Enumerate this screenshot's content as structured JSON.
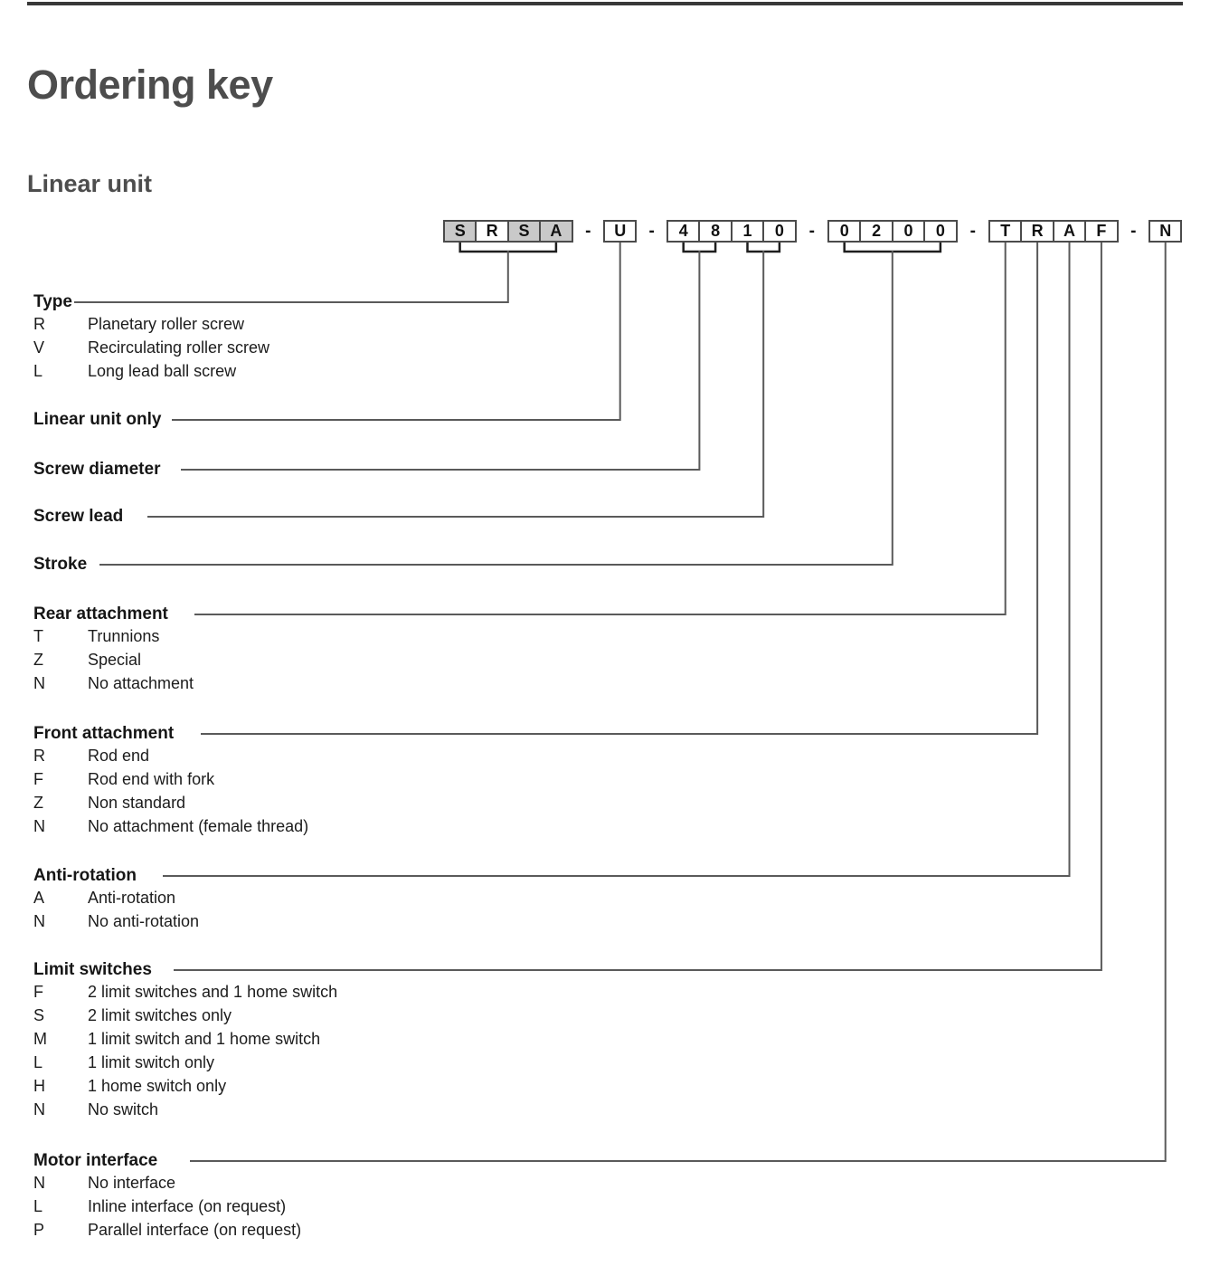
{
  "page": {
    "title": "Ordering key",
    "subtitle": "Linear unit"
  },
  "code": {
    "separator": "-",
    "groups": [
      {
        "name": "series-prefix",
        "chars": [
          "S",
          "R",
          "S",
          "A"
        ],
        "filled": [
          true,
          false,
          true,
          true
        ]
      },
      {
        "name": "linear-unit-only",
        "chars": [
          "U"
        ],
        "filled": [
          false
        ]
      },
      {
        "name": "screw-diameter-and-lead",
        "chars": [
          "4",
          "8",
          "1",
          "0"
        ],
        "filled": [
          false,
          false,
          false,
          false
        ]
      },
      {
        "name": "stroke",
        "chars": [
          "0",
          "2",
          "0",
          "0"
        ],
        "filled": [
          false,
          false,
          false,
          false
        ]
      },
      {
        "name": "attachments-and-switches",
        "chars": [
          "T",
          "R",
          "A",
          "F"
        ],
        "filled": [
          false,
          false,
          false,
          false
        ]
      },
      {
        "name": "motor-interface",
        "chars": [
          "N"
        ],
        "filled": [
          false
        ]
      }
    ]
  },
  "sections": [
    {
      "label": "Type",
      "options": [
        {
          "code": "R",
          "desc": "Planetary roller screw"
        },
        {
          "code": "V",
          "desc": "Recirculating roller screw"
        },
        {
          "code": "L",
          "desc": "Long lead ball screw"
        }
      ]
    },
    {
      "label": "Linear unit only",
      "options": []
    },
    {
      "label": "Screw diameter",
      "options": []
    },
    {
      "label": "Screw lead",
      "options": []
    },
    {
      "label": "Stroke",
      "options": []
    },
    {
      "label": "Rear attachment",
      "options": [
        {
          "code": "T",
          "desc": "Trunnions"
        },
        {
          "code": "Z",
          "desc": "Special"
        },
        {
          "code": "N",
          "desc": "No attachment"
        }
      ]
    },
    {
      "label": "Front attachment",
      "options": [
        {
          "code": "R",
          "desc": "Rod end"
        },
        {
          "code": "F",
          "desc": "Rod end with fork"
        },
        {
          "code": "Z",
          "desc": "Non standard"
        },
        {
          "code": "N",
          "desc": "No attachment (female thread)"
        }
      ]
    },
    {
      "label": "Anti-rotation",
      "options": [
        {
          "code": "A",
          "desc": "Anti-rotation"
        },
        {
          "code": "N",
          "desc": "No anti-rotation"
        }
      ]
    },
    {
      "label": "Limit switches",
      "options": [
        {
          "code": "F",
          "desc": "2 limit switches and 1 home switch"
        },
        {
          "code": "S",
          "desc": "2 limit switches only"
        },
        {
          "code": "M",
          "desc": "1 limit switch and 1 home switch"
        },
        {
          "code": "L",
          "desc": "1 limit switch only"
        },
        {
          "code": "H",
          "desc": "1 home switch only"
        },
        {
          "code": "N",
          "desc": "No switch"
        }
      ]
    },
    {
      "label": "Motor interface",
      "options": [
        {
          "code": "N",
          "desc": "No interface"
        },
        {
          "code": "L",
          "desc": "Inline interface (on request)"
        },
        {
          "code": "P",
          "desc": "Parallel interface (on request)"
        }
      ]
    }
  ],
  "colors": {
    "box_fill_gray": "#c9c9c9",
    "box_border": "#4b4b4b",
    "connector_line": "#5a5a5a",
    "bracket_line": "#1e1e1e",
    "heading": "#4d4d4d",
    "text": "#1a1a1a"
  }
}
